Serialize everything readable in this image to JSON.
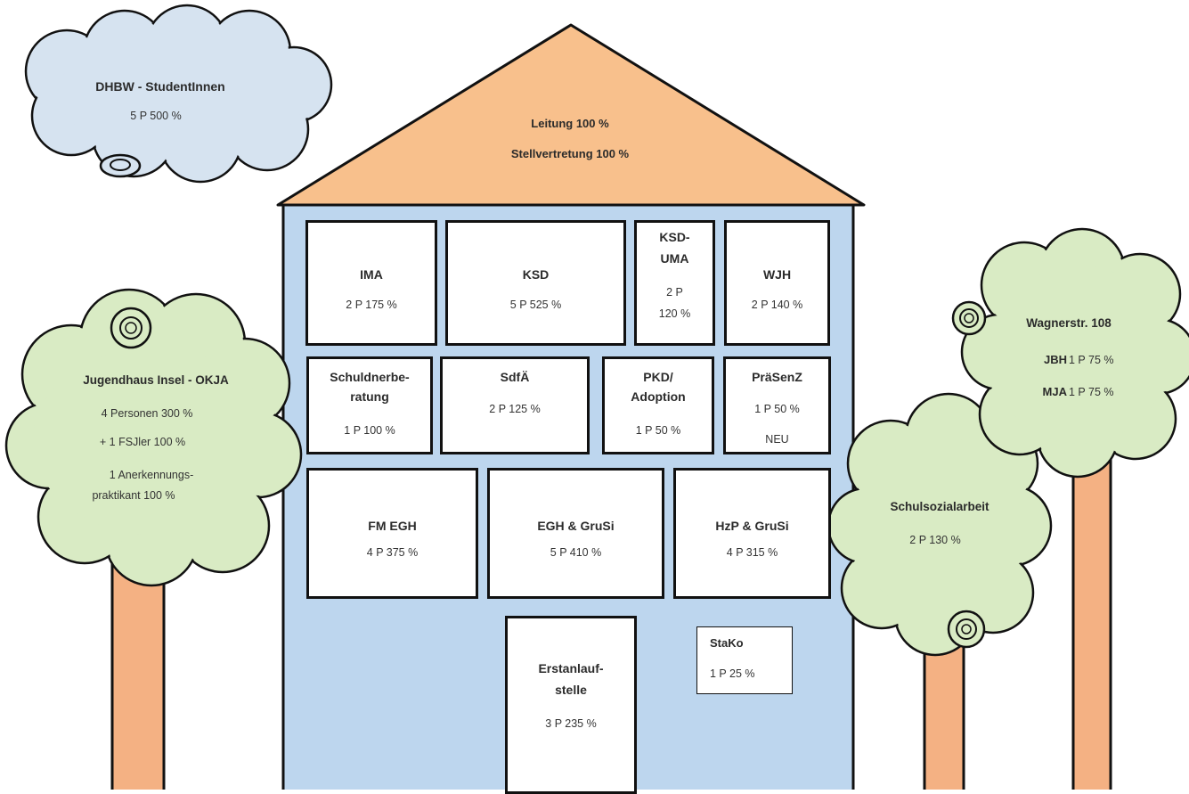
{
  "colors": {
    "roof": "#f8c08c",
    "house": "#bdd6ee",
    "cloud": "#d6e3f0",
    "tree": "#d9ebc4",
    "trunk": "#f4b183",
    "outline": "#111111",
    "accent_new": "#ff2a2a"
  },
  "cloud": {
    "title": "DHBW - StudentInnen",
    "value": "5 P  500 %"
  },
  "roof": {
    "line1": "Leitung 100 %",
    "line2": "Stellvertretung 100 %"
  },
  "units": {
    "ima": {
      "title": "IMA",
      "value": "2 P  175 %"
    },
    "ksd": {
      "title": "KSD",
      "value": "5 P  525 %"
    },
    "ksduma": {
      "title1": "KSD-",
      "title2": "UMA",
      "value1": "2 P",
      "value2": "120 %"
    },
    "wjh": {
      "title": "WJH",
      "value": "2 P  140 %"
    },
    "schuld": {
      "title1": "Schuldnerbe-",
      "title2": "ratung",
      "value": "1 P  100 %"
    },
    "sdfa": {
      "title": "SdfÄ",
      "value": "2 P  125 %"
    },
    "pkd": {
      "title1": "PKD/",
      "title2": "Adoption",
      "value": "1 P  50 %"
    },
    "prasenz": {
      "title": "PräSenZ",
      "value": "1 P  50 %",
      "badge": "NEU"
    },
    "fmegh": {
      "title": "FM EGH",
      "value": "4 P  375 %"
    },
    "egh": {
      "title": "EGH & GruSi",
      "value": "5 P  410 %"
    },
    "hzp": {
      "title": "HzP & GruSi",
      "value": "4 P  315 %"
    },
    "erst": {
      "title1": "Erstanlauf-",
      "title2": "stelle",
      "value": "3 P  235 %"
    },
    "stako": {
      "title": "StaKo",
      "value": "1 P  25 %"
    }
  },
  "tree_left": {
    "title": "Jugendhaus Insel - OKJA",
    "line1": "4 Personen  300 %",
    "line2": "+ 1 FSJler 100 %",
    "line3": "1 Anerkennungs-",
    "line4": "praktikant  100 %"
  },
  "tree_mid": {
    "title": "Schulsozialarbeit",
    "value": "2 P  130 %"
  },
  "tree_right": {
    "title": "Wagnerstr. 108",
    "line1_label": "JBH",
    "line1_value": "1 P  75 %",
    "line2_label": "MJA",
    "line2_value": "1 P  75 %"
  }
}
